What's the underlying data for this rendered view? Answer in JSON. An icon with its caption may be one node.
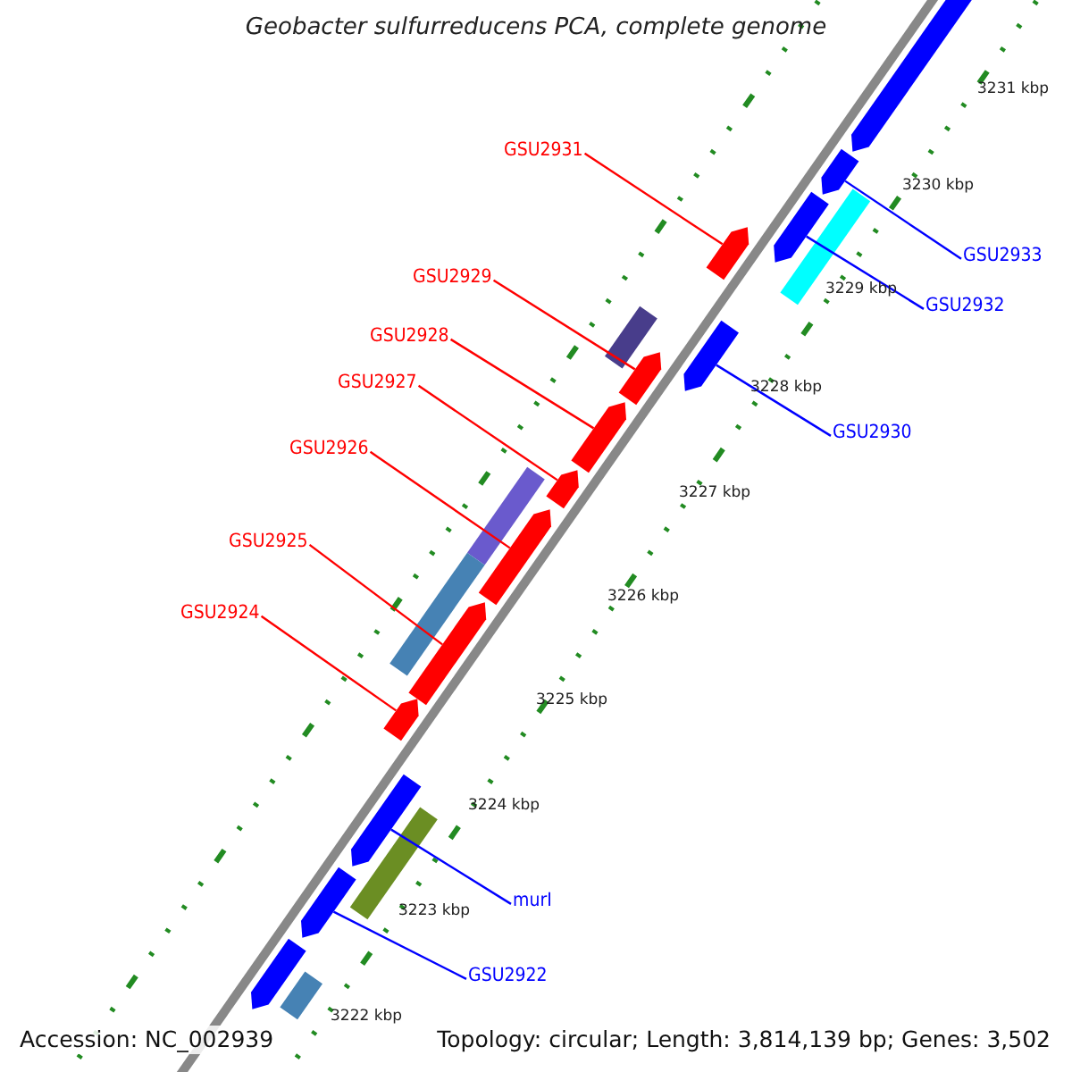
{
  "diagram": {
    "title": "Geobacter sulfurreducens PCA, complete genome",
    "nodes": [
      {
        "text": [
          "GSU2931"
        ]
      },
      {
        "text": [
          "GSU2933"
        ]
      },
      {
        "text": [
          "GSU2929"
        ]
      },
      {
        "text": [
          "GSU2932"
        ]
      },
      {
        "text": [
          "GSU2928"
        ]
      },
      {
        "text": [
          "GSU2927"
        ]
      },
      {
        "text": [
          "GSU2930"
        ]
      },
      {
        "text": [
          "GSU2926"
        ]
      },
      {
        "text": [
          "GSU2925"
        ]
      },
      {
        "text": [
          "GSU2924"
        ]
      },
      {
        "text": [
          "murI"
        ]
      },
      {
        "text": [
          "GSU2922"
        ]
      },
      {
        "text": [],
        "shape": "bar"
      },
      {
        "text": [],
        "shape": "bar"
      },
      {
        "text": [],
        "shape": "bar"
      },
      {
        "text": [],
        "shape": "bar"
      },
      {
        "text": [],
        "shape": "bar"
      },
      {
        "text": [],
        "shape": "bar"
      },
      {
        "text": [],
        "shape": "bar"
      },
      {
        "text": [],
        "shape": "bar"
      },
      {
        "text": [],
        "shape": "bar"
      },
      {
        "text": [],
        "shape": "bar"
      },
      {
        "text": [],
        "shape": "bar"
      },
      {
        "text": [],
        "shape": "bar"
      },
      {
        "text": [],
        "shape": "bar"
      },
      {
        "text": [],
        "shape": "bar"
      },
      {
        "text": [],
        "shape": "bar"
      },
      {
        "text": [],
        "shape": "bar"
      },
      {
        "text": [],
        "shape": "bar"
      },
      {
        "text": [],
        "shape": "bar"
      },
      {
        "text": [],
        "shape": "bar"
      },
      {
        "text": [],
        "shape": "bar"
      }
    ],
    "edges": [
      {
        "from": 0,
        "to": 16,
        "arrow": "none"
      },
      {
        "from": 1,
        "to": 13,
        "arrow": "none",
        "color": "#0000ff"
      },
      {
        "from": 2,
        "to": 19,
        "arrow": "none"
      },
      {
        "from": 3,
        "to": 15,
        "arrow": "none",
        "color": "#0000ff"
      },
      {
        "from": 4,
        "to": 20,
        "arrow": "none"
      },
      {
        "from": 5,
        "to": 21,
        "arrow": "none"
      },
      {
        "from": 6,
        "to": 17,
        "arrow": "none",
        "color": "#0000ff"
      },
      {
        "from": 7,
        "to": 23,
        "arrow": "none"
      },
      {
        "from": 8,
        "to": 25,
        "arrow": "none"
      },
      {
        "from": 9,
        "to": 26,
        "arrow": "none"
      },
      {
        "from": 10,
        "to": 27,
        "arrow": "none",
        "color": "#0000ff"
      },
      {
        "from": 11,
        "to": 29,
        "arrow": "none",
        "color": "#0000ff"
      }
    ],
    "labels": [
      "3231 kbp",
      "3230 kbp",
      "3229 kbp",
      "3228 kbp",
      "3227 kbp",
      "3226 kbp",
      "3225 kbp",
      "3224 kbp",
      "3223 kbp",
      "3222 kbp",
      "Accession: NC_002939",
      "Topology: circular; Length: 3,814,139 bp; Genes: 3,502"
    ]
  }
}
